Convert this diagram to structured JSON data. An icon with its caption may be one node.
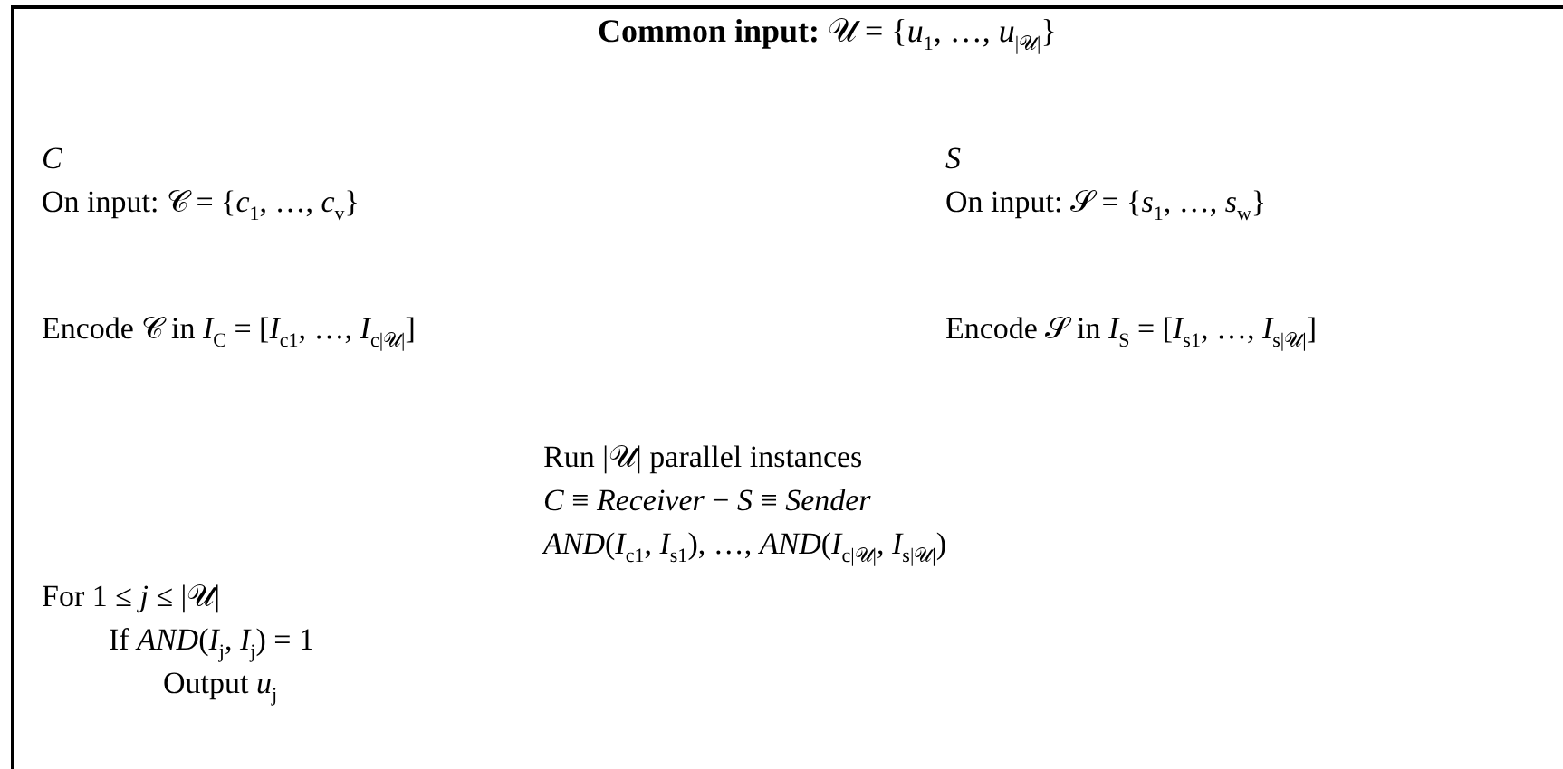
{
  "diagram": {
    "title": "**Common input:** 𝒰 = {*u*$_{1}$, …, *u*$_{|𝒰|}$}",
    "labels": [
      "*C*",
      "*S*",
      "On input: 𝒞 = {*c*$_{1}$, …, *c*$_{v}$}",
      "On input: 𝒮 = {*s*$_{1}$, …, *s*$_{w}$}",
      "Encode 𝒞 in *I*$_{C}$ = [*I*$_{c1}$, …, *I*$_{c|𝒰|}$]",
      "Encode 𝒮 in *I*$_{S}$ = [*I*$_{s1}$, …, *I*$_{s|𝒰|}$]",
      "Run |𝒰| parallel instances",
      "*C* ≡ *Receiver* − *S* ≡ *Sender*",
      "*AND*(*I*$_{c1}$, *I*$_{s1}$), …, *AND*(*I*$_{c|𝒰|}$, *I*$_{s|𝒰|}$)",
      "For 1 ≤ *j* ≤ |𝒰|",
      "If *AND*(*I*$_{j}$, *I*$_{j}$) = 1",
      "Output *u*$_{j}$"
    ]
  }
}
